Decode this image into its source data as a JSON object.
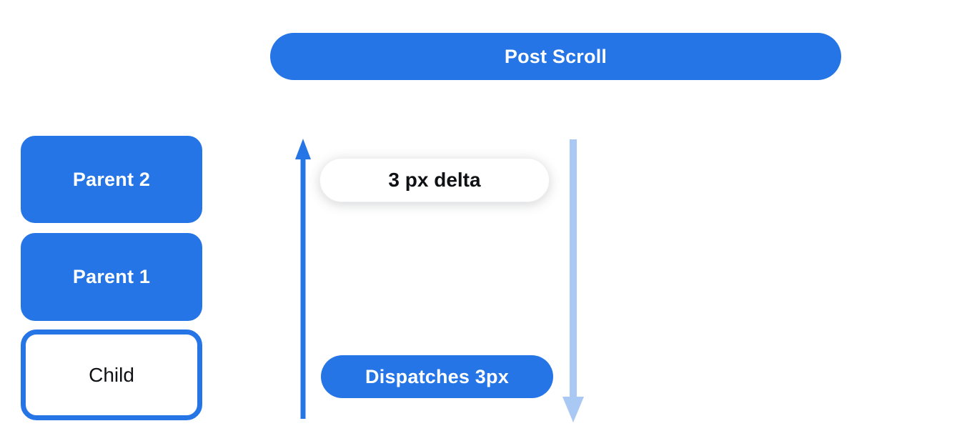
{
  "colors": {
    "primary_blue": "#2575E7",
    "light_blue": "#A9C8F3",
    "text_dark": "#101114",
    "background": "#FFFFFF",
    "text_light": "#FFFFFF"
  },
  "header": {
    "label": "Post Scroll"
  },
  "stack": {
    "items": [
      {
        "label": "Parent 2",
        "variant": "filled"
      },
      {
        "label": "Parent 1",
        "variant": "filled"
      },
      {
        "label": "Child",
        "variant": "outlined"
      }
    ]
  },
  "flow": {
    "up_arrow_icon": "arrow-up",
    "down_arrow_icon": "arrow-down",
    "delta_label": "3 px delta",
    "dispatch_label": "Dispatches 3px"
  }
}
